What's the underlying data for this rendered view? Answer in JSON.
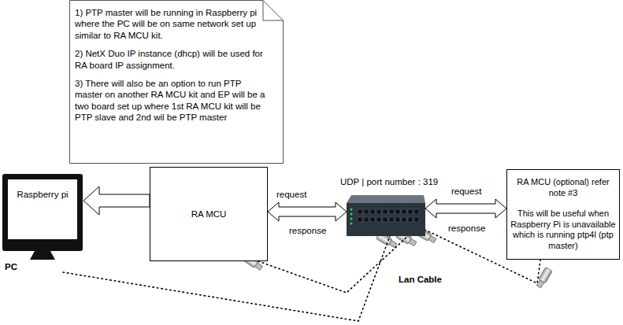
{
  "diagram": {
    "nodes": [
      {
        "text": [
          "1) PTP master will be running in Raspberry pi where the PC will be on same network set up similar to RA MCU kit.",
          "2) NetX Duo IP instance (dhcp) will be used for RA board IP assignment.",
          "3) There will also be an option to run PTP master on another RA MCU kit and EP will be a two board set up where 1st RA MCU kit will be PTP slave and 2nd wil be PTP master"
        ]
      },
      {
        "text": [
          "Raspberry pi",
          "PC"
        ]
      },
      {
        "text": [
          "RA MCU"
        ]
      },
      {
        "text": [
          "UDP | port number : 319"
        ]
      },
      {
        "text": [
          "RA MCU (optional) refer note #3",
          "This will be useful when Raspberry Pi is unavailable which is running ptp4l (ptp master)"
        ]
      }
    ],
    "edges": [
      {
        "from": 2,
        "to": 1,
        "arrow": "to"
      },
      {
        "from": 2,
        "to": 3,
        "arrow": "both",
        "label": "request"
      },
      {
        "from": 3,
        "to": 4,
        "arrow": "both",
        "label": "request"
      },
      {
        "from": 1,
        "to": 3,
        "arrow": "none"
      },
      {
        "from": 2,
        "to": 3,
        "arrow": "none"
      },
      {
        "from": 4,
        "to": 3,
        "arrow": "none"
      }
    ],
    "labels": [
      "response",
      "response",
      "Lan Cable"
    ]
  }
}
